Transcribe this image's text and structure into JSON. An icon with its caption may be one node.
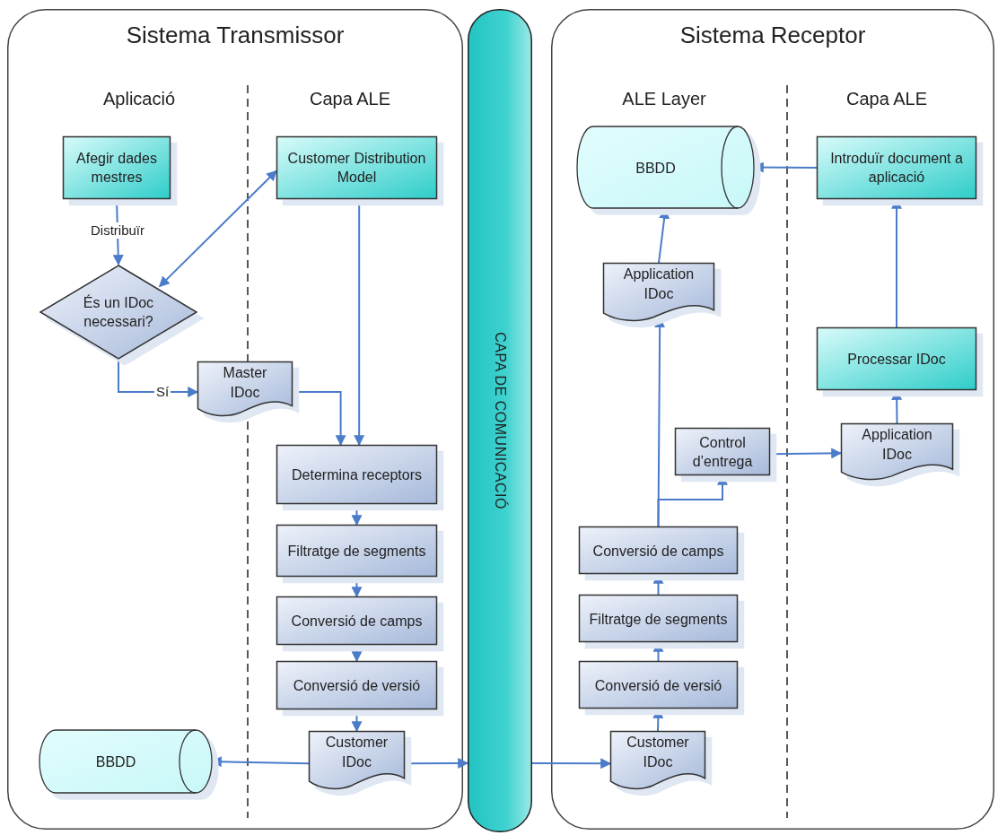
{
  "diagram": {
    "nodes": [
      {
        "text": [
          "Sistema Transmissor"
        ]
      },
      {
        "text": [
          "Afegir dades mestres"
        ],
        "in": 0
      },
      {
        "text": [
          "Customer Distribution Model"
        ],
        "in": 0
      },
      {
        "text": [
          "És un IDoc necessari?"
        ],
        "in": 0
      },
      {
        "text": [
          "Master IDoc"
        ],
        "in": 0
      },
      {
        "text": [
          "Determina receptors"
        ],
        "in": 0
      },
      {
        "text": [
          "Filtratge de segments"
        ],
        "in": 0
      },
      {
        "text": [
          "Conversió de camps"
        ],
        "in": 0
      },
      {
        "text": [
          "Conversió de versió"
        ],
        "in": 0
      },
      {
        "text": [
          "Customer IDoc"
        ],
        "in": 0
      },
      {
        "text": [
          "BBDD"
        ],
        "in": 0
      },
      {
        "text": [
          "CAPA DE COMUNICACIÓ"
        ]
      },
      {
        "text": [
          "Sistema Receptor"
        ]
      },
      {
        "text": [
          "BBDD"
        ],
        "in": 12
      },
      {
        "text": [
          "Introduïr document a aplicació"
        ],
        "in": 12
      },
      {
        "text": [
          "Application IDoc"
        ],
        "in": 12
      },
      {
        "text": [
          "Processar IDoc"
        ],
        "in": 12
      },
      {
        "text": [
          "Control d’entrega"
        ],
        "in": 12
      },
      {
        "text": [
          "Application IDoc"
        ],
        "in": 12
      },
      {
        "text": [
          "Conversió de camps"
        ],
        "in": 12
      },
      {
        "text": [
          "Filtratge de segments"
        ],
        "in": 12
      },
      {
        "text": [
          "Conversió de versió"
        ],
        "in": 12
      },
      {
        "text": [
          "Customer IDoc"
        ],
        "in": 12
      }
    ],
    "edges": [
      {
        "from": 1,
        "to": 3,
        "arrow": "to",
        "label": "Distribuïr"
      },
      {
        "from": 2,
        "to": 3,
        "arrow": "both"
      },
      {
        "from": 3,
        "to": 4,
        "arrow": "to",
        "label": "Sí"
      },
      {
        "from": 4,
        "to": 5,
        "arrow": "to"
      },
      {
        "from": 2,
        "to": 5,
        "arrow": "to"
      },
      {
        "from": 5,
        "to": 6,
        "arrow": "to"
      },
      {
        "from": 6,
        "to": 7,
        "arrow": "to"
      },
      {
        "from": 7,
        "to": 8,
        "arrow": "to"
      },
      {
        "from": 8,
        "to": 9,
        "arrow": "to"
      },
      {
        "from": 9,
        "to": 10,
        "arrow": "to"
      },
      {
        "from": 9,
        "to": 11,
        "arrow": "to"
      },
      {
        "from": 11,
        "to": 22,
        "arrow": "to"
      },
      {
        "from": 22,
        "to": 21,
        "arrow": "to"
      },
      {
        "from": 21,
        "to": 20,
        "arrow": "to"
      },
      {
        "from": 20,
        "to": 19,
        "arrow": "to"
      },
      {
        "from": 19,
        "to": 15,
        "arrow": "to"
      },
      {
        "from": 19,
        "to": 17,
        "arrow": "to"
      },
      {
        "from": 17,
        "to": 18,
        "arrow": "to"
      },
      {
        "from": 18,
        "to": 16,
        "arrow": "to"
      },
      {
        "from": 16,
        "to": 14,
        "arrow": "to"
      },
      {
        "from": 14,
        "to": 13,
        "arrow": "to"
      },
      {
        "from": 15,
        "to": 13,
        "arrow": "to"
      }
    ],
    "labels": [
      "Aplicació",
      "Capa ALE",
      "ALE Layer",
      "Capa ALE"
    ]
  }
}
